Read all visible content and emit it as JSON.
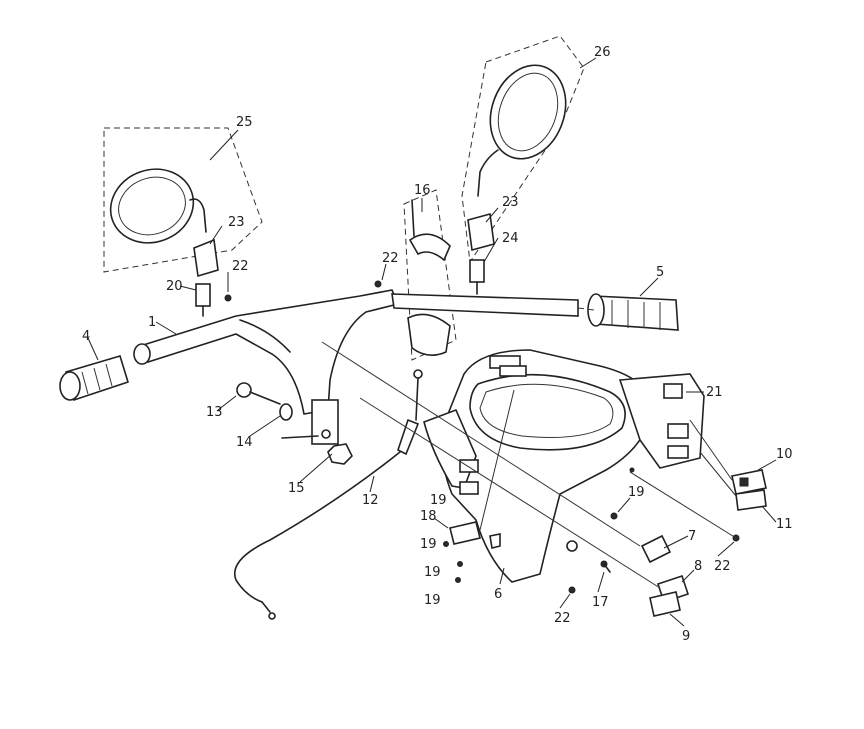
{
  "parts": [
    {
      "id": "p1",
      "label": "1"
    },
    {
      "id": "p4",
      "label": "4"
    },
    {
      "id": "p5",
      "label": "5"
    },
    {
      "id": "p6",
      "label": "6"
    },
    {
      "id": "p7",
      "label": "7"
    },
    {
      "id": "p8",
      "label": "8"
    },
    {
      "id": "p9",
      "label": "9"
    },
    {
      "id": "p10",
      "label": "10"
    },
    {
      "id": "p11",
      "label": "11"
    },
    {
      "id": "p12",
      "label": "12"
    },
    {
      "id": "p13",
      "label": "13"
    },
    {
      "id": "p14",
      "label": "14"
    },
    {
      "id": "p15",
      "label": "15"
    },
    {
      "id": "p16",
      "label": "16"
    },
    {
      "id": "p17",
      "label": "17"
    },
    {
      "id": "p18",
      "label": "18"
    },
    {
      "id": "p19a",
      "label": "19"
    },
    {
      "id": "p19b",
      "label": "19"
    },
    {
      "id": "p19c",
      "label": "19"
    },
    {
      "id": "p19d",
      "label": "19"
    },
    {
      "id": "p19e",
      "label": "19"
    },
    {
      "id": "p20",
      "label": "20"
    },
    {
      "id": "p21",
      "label": "21"
    },
    {
      "id": "p22a",
      "label": "22"
    },
    {
      "id": "p22b",
      "label": "22"
    },
    {
      "id": "p22c",
      "label": "22"
    },
    {
      "id": "p22d",
      "label": "22"
    },
    {
      "id": "p23a",
      "label": "23"
    },
    {
      "id": "p23b",
      "label": "23"
    },
    {
      "id": "p24",
      "label": "24"
    },
    {
      "id": "p25",
      "label": "25"
    },
    {
      "id": "p26",
      "label": "26"
    }
  ]
}
